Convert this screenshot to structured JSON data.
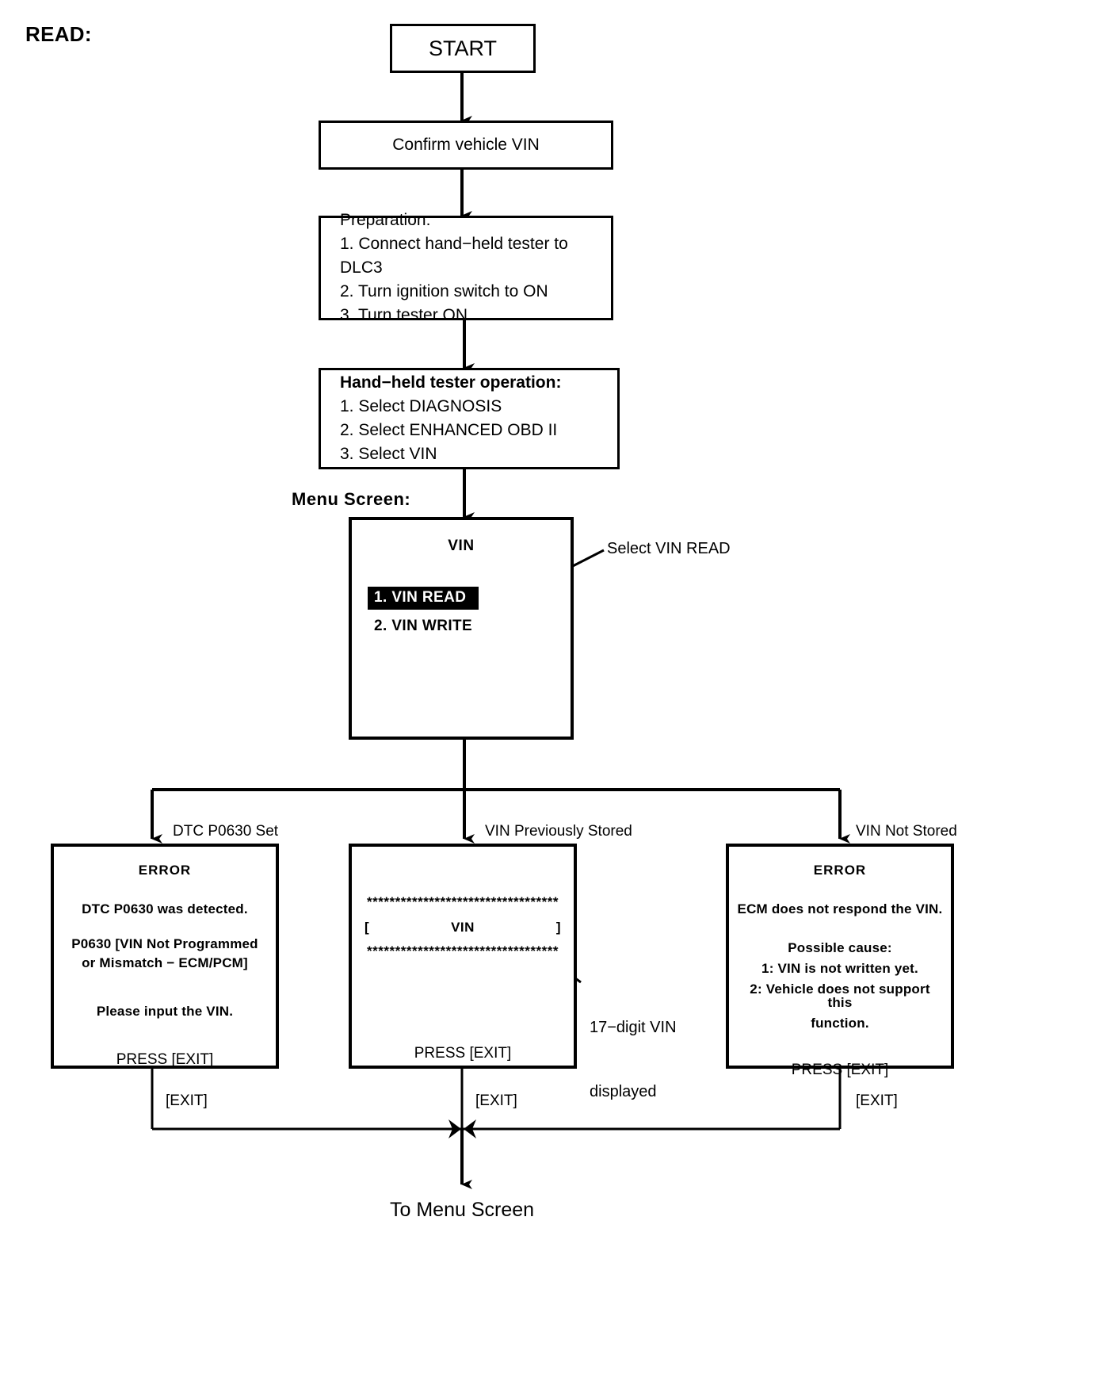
{
  "page": {
    "section_label": "READ:",
    "menu_screen_label": "Menu Screen:",
    "footer_label": "To Menu Screen"
  },
  "nodes": {
    "start": {
      "text": "START"
    },
    "confirm_vin": {
      "text": "Confirm vehicle VIN"
    },
    "preparation": {
      "title": "Preparation:",
      "steps": [
        "1. Connect hand−held tester to DLC3",
        "2. Turn ignition switch to ON",
        "3. Turn tester ON"
      ]
    },
    "tester_operation": {
      "title": "Hand−held tester operation:",
      "steps": [
        "1. Select DIAGNOSIS",
        "2. Select ENHANCED OBD II",
        "3. Select VIN"
      ]
    },
    "menu_screen": {
      "title": "VIN",
      "items": [
        {
          "label": "1. VIN READ",
          "selected": true
        },
        {
          "label": "2. VIN WRITE",
          "selected": false
        }
      ]
    },
    "error_dtc": {
      "branch_label": "DTC P0630 Set",
      "header": "ERROR",
      "lines": [
        "DTC P0630 was detected.",
        "P0630  [VIN Not Programmed",
        "or Mismatch − ECM/PCM]",
        "Please input the VIN."
      ],
      "footer": "PRESS [EXIT]"
    },
    "vin_stored": {
      "branch_label": "VIN Previously Stored",
      "stars_top": "**********************************",
      "bracket_left": "[",
      "vin_text": "VIN",
      "bracket_right": "]",
      "stars_bottom": "**********************************",
      "footer": "PRESS [EXIT]"
    },
    "error_not_stored": {
      "branch_label": "VIN Not Stored",
      "header": "ERROR",
      "lines": [
        "ECM does not respond the VIN.",
        "Possible cause:",
        "1: VIN is not written yet.",
        "2: Vehicle does not support this",
        "function."
      ],
      "footer": "PRESS [EXIT]"
    }
  },
  "callouts": {
    "select_vin_read": "Select VIN READ",
    "vin_digits_line1": "17−digit VIN",
    "vin_digits_line2": "displayed"
  },
  "exit_labels": {
    "left": "[EXIT]",
    "middle": "[EXIT]",
    "right": "[EXIT]"
  },
  "colors": {
    "stroke": "#000000",
    "background": "#ffffff",
    "highlight_bg": "#000000",
    "highlight_fg": "#ffffff"
  }
}
